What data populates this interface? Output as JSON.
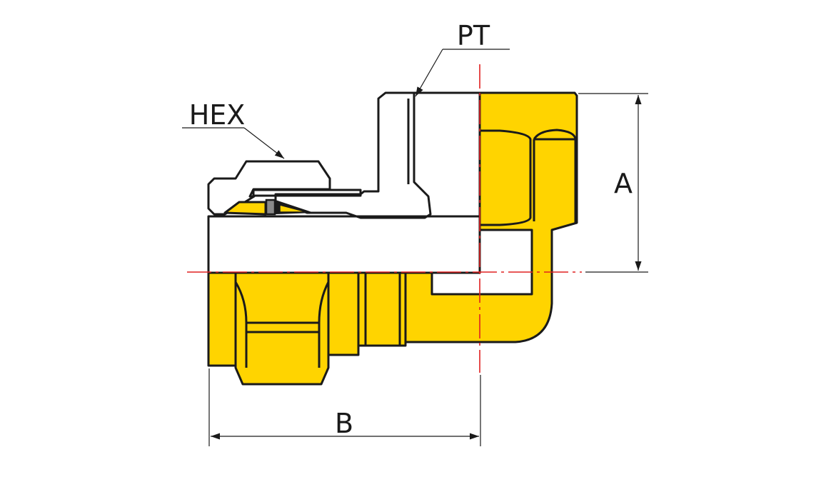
{
  "labels": {
    "hex": "HEX",
    "pt": "PT",
    "a": "A",
    "b": "B"
  },
  "colors": {
    "brass": "#ffd400",
    "hatch": "#e03030",
    "centerline": "#e02020",
    "outline": "#1a1a1a",
    "seal": "#8a8a8a"
  }
}
